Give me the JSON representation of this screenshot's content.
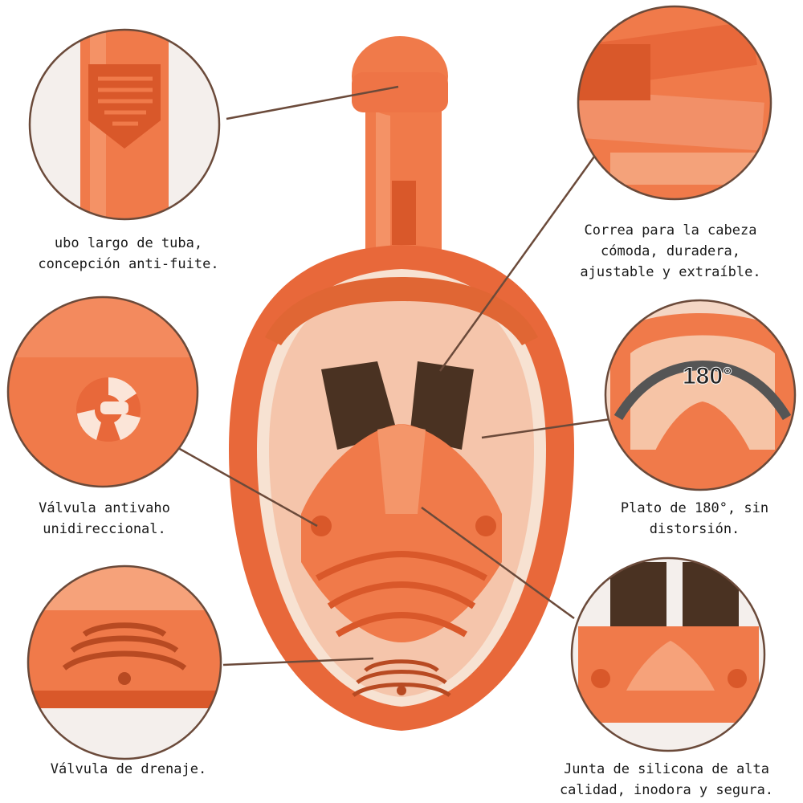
{
  "colors": {
    "mask_orange": "#f07a4a",
    "mask_dark": "#d9582a",
    "mask_light": "#f6a27a",
    "strap_brown": "#4a3222",
    "leader_line": "#6b4a3a",
    "arc_gray": "#555555"
  },
  "callouts": {
    "tube": {
      "lines": [
        "ubo largo de tuba,",
        "concepción anti-fuite."
      ]
    },
    "strap": {
      "lines": [
        "Correa para la cabeza",
        "cómoda, duradera,",
        "ajustable y extraíble."
      ]
    },
    "valve": {
      "lines": [
        "Válvula antivaho",
        "unidireccional."
      ]
    },
    "plate": {
      "lines": [
        "Plato de 180°, sin",
        "distorsión."
      ],
      "badge": "180°"
    },
    "drain": {
      "lines": [
        "Válvula de drenaje."
      ]
    },
    "seal": {
      "lines": [
        "Junta de silicona de alta",
        "calidad, inodora y segura."
      ]
    }
  }
}
